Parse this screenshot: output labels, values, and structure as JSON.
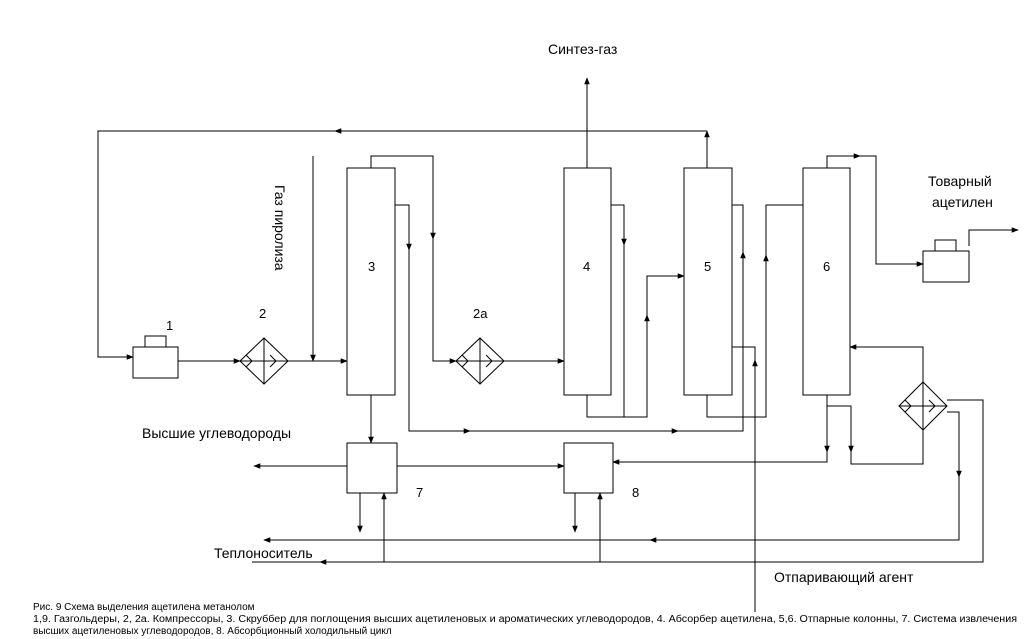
{
  "labels": {
    "syngas": "Синтез-газ",
    "pyrolysis_gas": "Газ пиролиза",
    "product_acetylene_line1": "Товарный",
    "product_acetylene_line2": "ацетилен",
    "higher_hydrocarbons": "Высшие углеводороды",
    "heat_carrier": "Теплоноситель",
    "stripping_agent": "Отпаривающий агент"
  },
  "equipment": {
    "gasholder_1": "1",
    "compressor_2": "2",
    "compressor_2a": "2а",
    "scrubber_3": "3",
    "absorber_4": "4",
    "stripper_5": "5",
    "stripper_6": "6",
    "extraction_7": "7",
    "cooling_8": "8"
  },
  "caption": {
    "title": "Рис. 9 Схема выделения ацетилена метанолом",
    "line1": "1,9. Газгольдеры, 2, 2а. Компрессоры, 3. Скруббер для поглощения высших ацетиленовых и ароматических углеводородов, 4. Абсорбер ацетилена, 5,6. Отпарные колонны, 7. Система извлечения",
    "line2": "высших ацетиленовых углеводородов, 8. Абсорбционный холодильный цикл"
  }
}
